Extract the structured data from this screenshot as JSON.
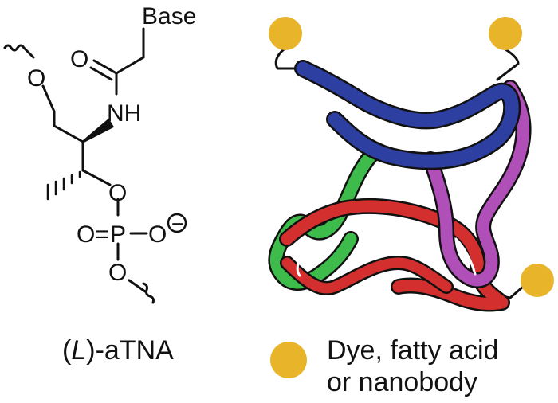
{
  "molecule": {
    "atoms": {
      "base": "Base",
      "o_carbonyl": "O",
      "nh": "NH",
      "o_ether": "O",
      "o_ring": "O",
      "p": "P",
      "o_double": "O=",
      "o_minus": "O",
      "o_bottom": "O",
      "charge": "−"
    },
    "caption": {
      "open": "(",
      "stereo": "L",
      "rest": ")-aTNA"
    }
  },
  "diagram": {
    "strand_colors": {
      "blue": "#2d3fa0",
      "green": "#3dbb4b",
      "red": "#d32f2f",
      "magenta": "#b04fb8"
    },
    "conjugate_color": "#e8b42a",
    "legend": {
      "line1": "Dye, fatty acid",
      "line2": "or nanobody"
    }
  }
}
